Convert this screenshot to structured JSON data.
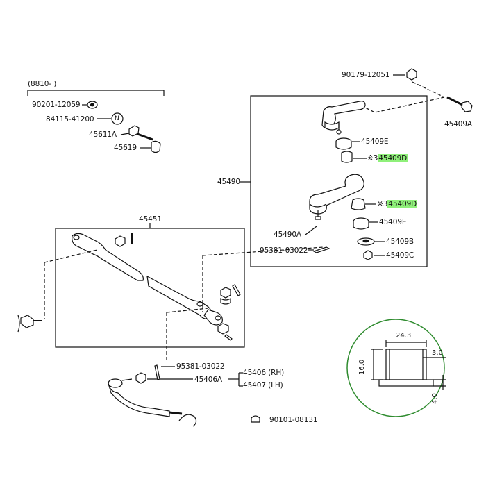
{
  "labels": {
    "bracket_range": "(8810-        )",
    "p90201": "90201-12059",
    "p84115": "84115-41200",
    "p45611a": "45611A",
    "p45619": "45619",
    "p90179": "90179-12051",
    "p45409a": "45409A",
    "p45409e_top": "45409E",
    "p45409d_top_prefix": "※3",
    "p45409d_top": "45409D",
    "p45490": "45490",
    "p45409d_mid_prefix": "※3",
    "p45409d_mid": "45409D",
    "p45409e_mid": "45409E",
    "p45490a": "45490A",
    "p45409b": "45409B",
    "p95381_top": "95381-03022",
    "p45409c": "45409C",
    "p45451": "45451",
    "p95381_bottom": "95381-03022",
    "p45406a": "45406A",
    "p45406": "45406 (RH)",
    "p45407": "45407 (LH)",
    "p90101": "90101-08131",
    "n_symbol": "N"
  },
  "detail": {
    "width": "24.3",
    "height": "16.0",
    "wall": "3.0",
    "flange": "4.0"
  },
  "colors": {
    "highlight": "#8ff07a",
    "detail_circle": "#2e8b2e",
    "ink": "#111111"
  }
}
